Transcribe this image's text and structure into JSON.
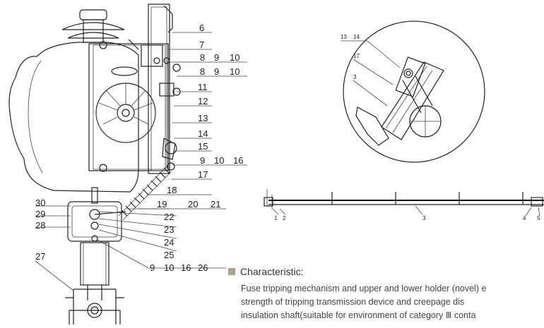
{
  "callouts_main": {
    "c6": "6",
    "c7": "7",
    "c8a": "8",
    "c9a": "9",
    "c10a": "10",
    "c8b": "8",
    "c9b": "9",
    "c10b": "10",
    "c11": "11",
    "c12": "12",
    "c13": "13",
    "c14": "14",
    "c15": "15",
    "c9c": "9",
    "c10c": "10",
    "c16a": "16",
    "c17": "17",
    "c18": "18",
    "c19": "19",
    "c20": "20",
    "c21": "21",
    "c22": "22",
    "c23": "23",
    "c24": "24",
    "c25": "25",
    "c9d": "9",
    "c10d": "10",
    "c16b": "16",
    "c26": "26",
    "c27": "27",
    "c28": "28",
    "c29": "29",
    "c30": "30"
  },
  "callouts_detail": {
    "c13": "13",
    "c14": "14",
    "c17": "17",
    "c3": "3"
  },
  "callouts_shaft": {
    "c1": "1",
    "c2": "2",
    "c3": "3",
    "c4": "4",
    "c5": "5"
  },
  "characteristic": {
    "heading": "Characteristic:",
    "lines": [
      "Fuse tripping mechanism and upper and lower holder (novel) e",
      "strength of tripping transmission device and creepage dis",
      "insulation shaft(suitable for environment of category Ⅲ conta"
    ]
  },
  "colors": {
    "line": "#222222",
    "bullet": "#a8a294",
    "background": "#ffffff"
  }
}
